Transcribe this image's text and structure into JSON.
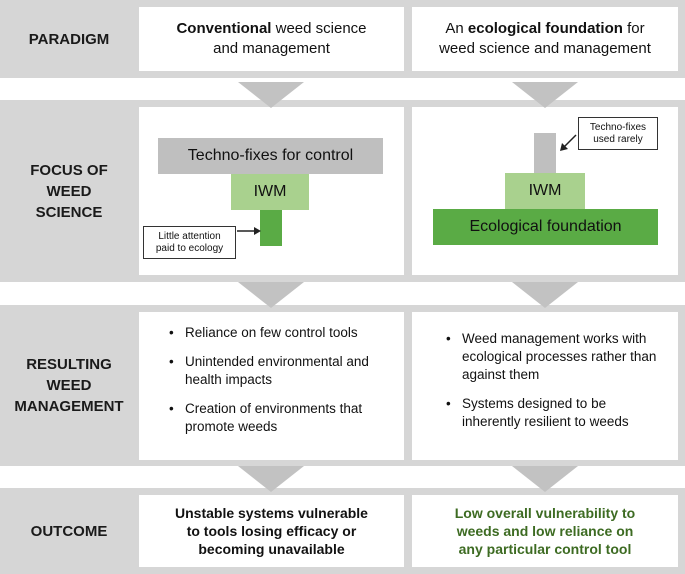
{
  "rows": {
    "paradigm": "PARADIGM",
    "focus": [
      "FOCUS OF",
      "WEED",
      "SCIENCE"
    ],
    "resulting": [
      "RESULTING",
      "WEED",
      "MANAGEMENT"
    ],
    "outcome": "OUTCOME"
  },
  "headers": {
    "left_bold": "Conventional",
    "left_rest": " weed science",
    "left_line2": "and management",
    "right_pre": "An ",
    "right_bold": "ecological foundation",
    "right_post": " for",
    "right_line2": "weed science and management"
  },
  "focus_left": {
    "techno": "Techno-fixes for control",
    "iwm": "IWM",
    "callout": [
      "Little attention",
      "paid to ecology"
    ]
  },
  "focus_right": {
    "callout": [
      "Techno-fixes",
      "used rarely"
    ],
    "iwm": "IWM",
    "eco": "Ecological foundation"
  },
  "management_left": [
    "Reliance on few control tools",
    "Unintended environmental and health impacts",
    "Creation of environments that promote weeds"
  ],
  "management_right": [
    "Weed management works with ecological processes rather than against them",
    "Systems designed to be inherently resilient to weeds"
  ],
  "outcome_left": [
    "Unstable systems vulnerable",
    "to tools losing efficacy or",
    "becoming unavailable"
  ],
  "outcome_right": [
    "Low overall vulnerability to",
    "weeds and low reliance on",
    "any particular control tool"
  ],
  "colors": {
    "band": "#d6d6d6",
    "arrow": "#c2c2c2",
    "techno_gray": "#bfbfbf",
    "iwm_light_green": "#a9d18e",
    "eco_green": "#5aab45",
    "outcome_green": "#3d6b22"
  }
}
